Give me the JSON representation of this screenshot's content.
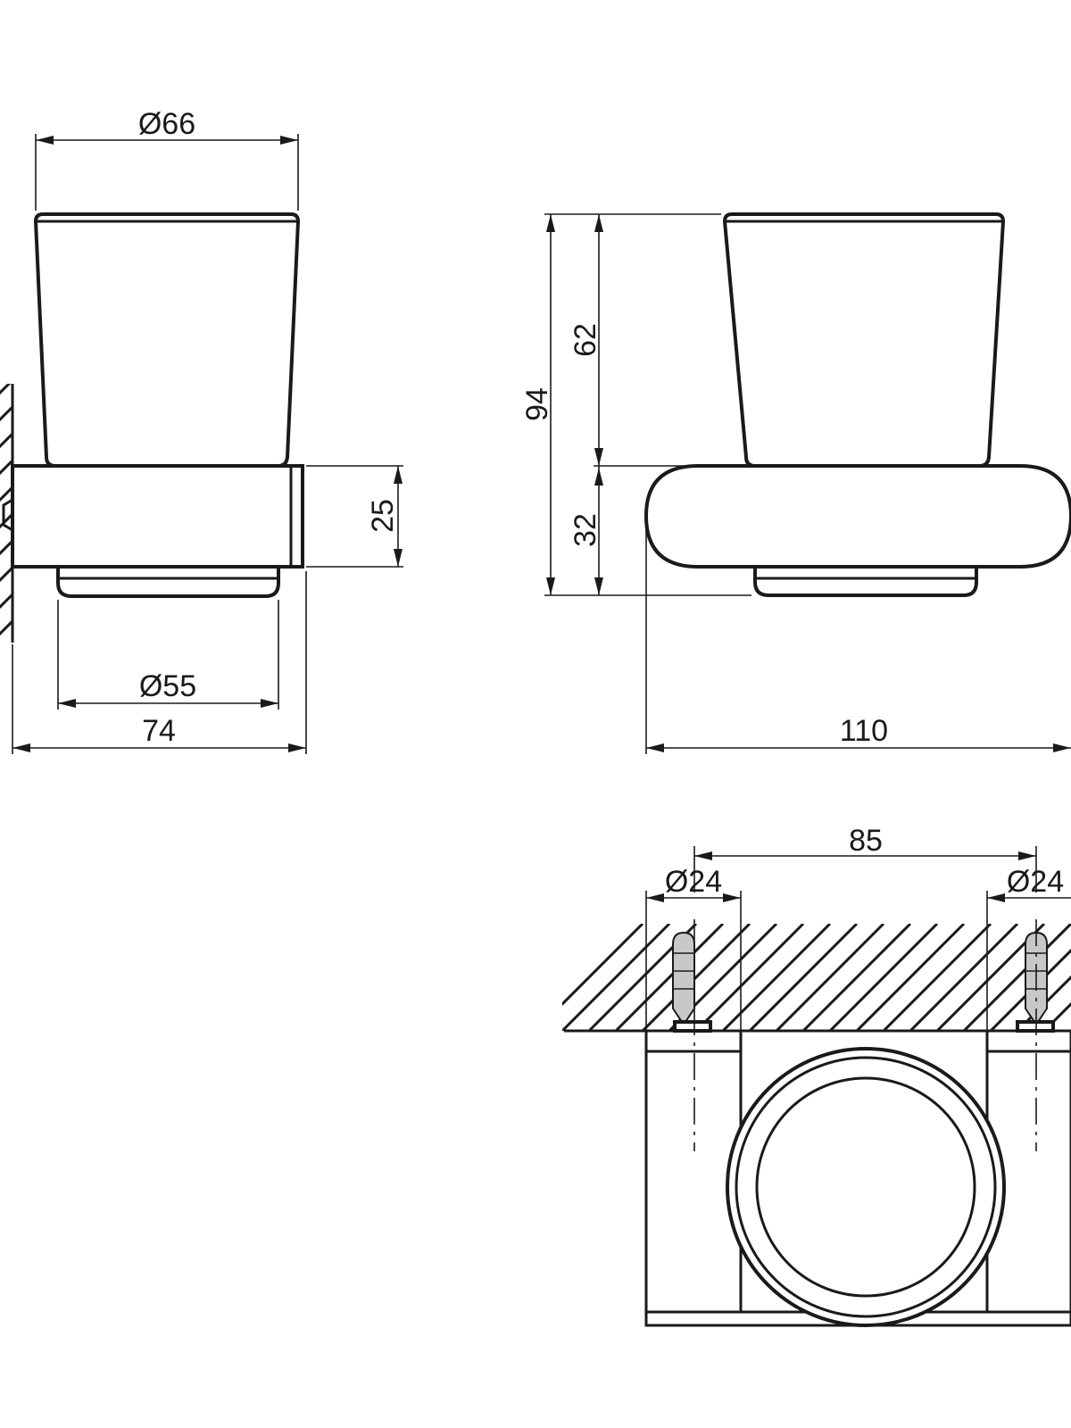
{
  "dimensions": {
    "cup_top_diameter": "Ø66",
    "base_diameter": "Ø55",
    "depth": "74",
    "holder_height": "25",
    "total_height": "94",
    "cup_height": "62",
    "holder_body_height": "32",
    "width": "110",
    "screw_spacing": "85",
    "mount_left_diameter": "Ø24",
    "mount_right_diameter": "Ø24"
  }
}
